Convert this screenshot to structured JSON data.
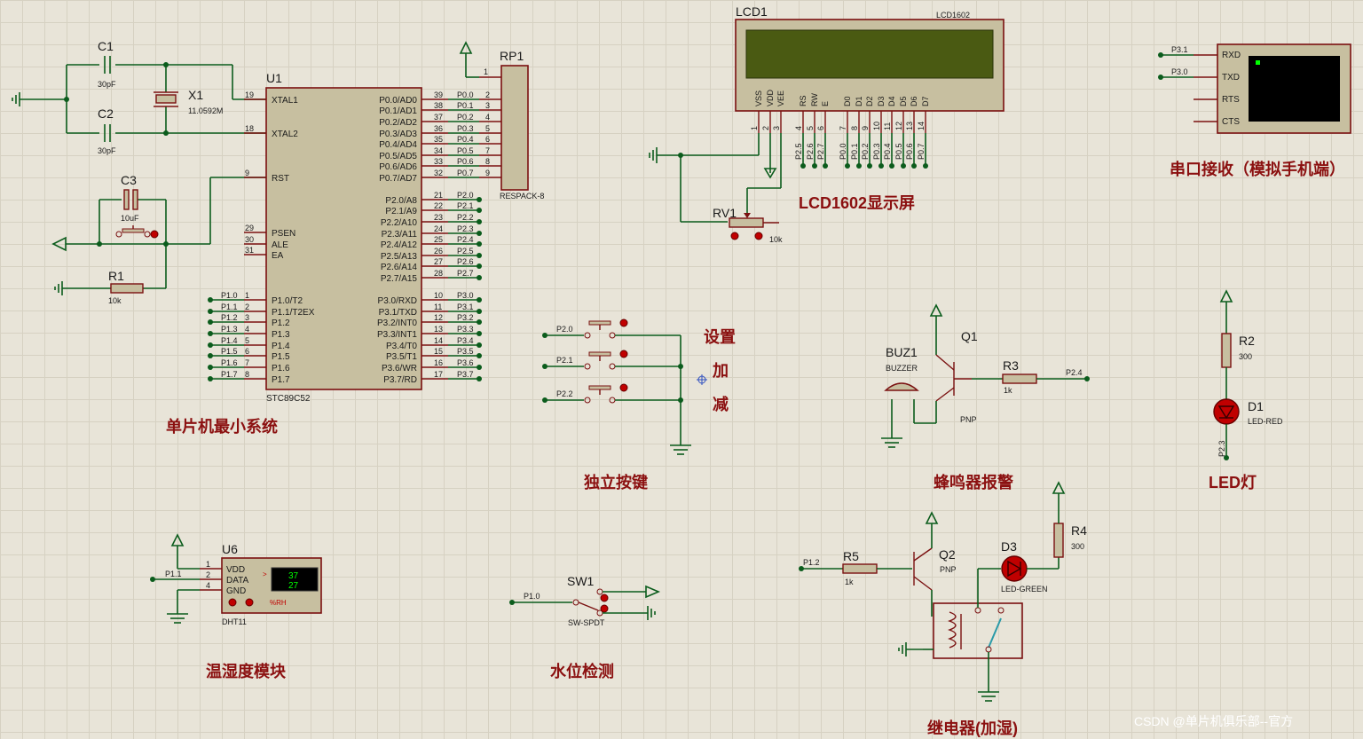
{
  "labels": {
    "c1": "C1",
    "c1_val": "30pF",
    "c2": "C2",
    "c2_val": "30pF",
    "x1": "X1",
    "x1_val": "11.0592M",
    "c3": "C3",
    "c3_val": "10uF",
    "r1": "R1",
    "r1_val": "10k",
    "u1": "U1",
    "u1_part": "STC89C52",
    "rp1": "RP1",
    "rp1_part": "RESPACK-8",
    "rp1_pin1": "1",
    "lcd1": "LCD1",
    "lcd1_part": "LCD1602",
    "rv1": "RV1",
    "rv1_val": "10k",
    "buz1": "BUZ1",
    "buz1_part": "BUZZER",
    "q1": "Q1",
    "q1_part": "PNP",
    "r3": "R3",
    "r3_val": "1k",
    "r2": "R2",
    "r2_val": "300",
    "d1": "D1",
    "d1_part": "LED-RED",
    "u6": "U6",
    "u6_part": "DHT11",
    "u6_val1": "37",
    "u6_val2": "27",
    "u6_rh": "%RH",
    "sw1": "SW1",
    "sw1_part": "SW-SPDT",
    "q2": "Q2",
    "q2_part": "PNP",
    "r5": "R5",
    "r5_val": "1k",
    "d3": "D3",
    "d3_part": "LED-GREEN",
    "r4": "R4",
    "r4_val": "300",
    "uart_rxd": "RXD",
    "uart_txd": "TXD",
    "uart_rts": "RTS",
    "uart_cts": "CTS"
  },
  "u1_pins": {
    "left": [
      {
        "num": "19",
        "name": "XTAL1"
      },
      {
        "num": "18",
        "name": "XTAL2"
      },
      {
        "num": "9",
        "name": "RST"
      },
      {
        "num": "29",
        "name": "PSEN"
      },
      {
        "num": "30",
        "name": "ALE"
      },
      {
        "num": "31",
        "name": "EA"
      },
      {
        "num": "1",
        "name": "P1.0/T2"
      },
      {
        "num": "2",
        "name": "P1.1/T2EX"
      },
      {
        "num": "3",
        "name": "P1.2"
      },
      {
        "num": "4",
        "name": "P1.3"
      },
      {
        "num": "5",
        "name": "P1.4"
      },
      {
        "num": "6",
        "name": "P1.5"
      },
      {
        "num": "7",
        "name": "P1.6"
      },
      {
        "num": "8",
        "name": "P1.7"
      }
    ],
    "left_nets": [
      "P1.0",
      "P1.1",
      "P1.2",
      "P1.3",
      "P1.4",
      "P1.5",
      "P1.6",
      "P1.7"
    ],
    "right": [
      {
        "num": "39",
        "name": "P0.0/AD0",
        "net": "P0.0",
        "rp": "2"
      },
      {
        "num": "38",
        "name": "P0.1/AD1",
        "net": "P0.1",
        "rp": "3"
      },
      {
        "num": "37",
        "name": "P0.2/AD2",
        "net": "P0.2",
        "rp": "4"
      },
      {
        "num": "36",
        "name": "P0.3/AD3",
        "net": "P0.3",
        "rp": "5"
      },
      {
        "num": "35",
        "name": "P0.4/AD4",
        "net": "P0.4",
        "rp": "6"
      },
      {
        "num": "34",
        "name": "P0.5/AD5",
        "net": "P0.5",
        "rp": "7"
      },
      {
        "num": "33",
        "name": "P0.6/AD6",
        "net": "P0.6",
        "rp": "8"
      },
      {
        "num": "32",
        "name": "P0.7/AD7",
        "net": "P0.7",
        "rp": "9"
      },
      {
        "num": "21",
        "name": "P2.0/A8",
        "net": "P2.0"
      },
      {
        "num": "22",
        "name": "P2.1/A9",
        "net": "P2.1"
      },
      {
        "num": "23",
        "name": "P2.2/A10",
        "net": "P2.2"
      },
      {
        "num": "24",
        "name": "P2.3/A11",
        "net": "P2.3"
      },
      {
        "num": "25",
        "name": "P2.4/A12",
        "net": "P2.4"
      },
      {
        "num": "26",
        "name": "P2.5/A13",
        "net": "P2.5"
      },
      {
        "num": "27",
        "name": "P2.6/A14",
        "net": "P2.6"
      },
      {
        "num": "28",
        "name": "P2.7/A15",
        "net": "P2.7"
      },
      {
        "num": "10",
        "name": "P3.0/RXD",
        "net": "P3.0"
      },
      {
        "num": "11",
        "name": "P3.1/TXD",
        "net": "P3.1"
      },
      {
        "num": "12",
        "name": "P3.2/INT0",
        "net": "P3.2"
      },
      {
        "num": "13",
        "name": "P3.3/INT1",
        "net": "P3.3"
      },
      {
        "num": "14",
        "name": "P3.4/T0",
        "net": "P3.4"
      },
      {
        "num": "15",
        "name": "P3.5/T1",
        "net": "P3.5"
      },
      {
        "num": "16",
        "name": "P3.6/WR",
        "net": "P3.6"
      },
      {
        "num": "17",
        "name": "P3.7/RD",
        "net": "P3.7"
      }
    ]
  },
  "lcd_pins": {
    "names": [
      "VSS",
      "VDD",
      "VEE",
      "RS",
      "RW",
      "E",
      "D0",
      "D1",
      "D2",
      "D3",
      "D4",
      "D5",
      "D6",
      "D7"
    ],
    "nums": [
      "1",
      "2",
      "3",
      "4",
      "5",
      "6",
      "7",
      "8",
      "9",
      "10",
      "11",
      "12",
      "13",
      "14"
    ],
    "nets": [
      "P2.5",
      "P2.6",
      "P2.7",
      "P0.0",
      "P0.1",
      "P0.2",
      "P0.3",
      "P0.4",
      "P0.5",
      "P0.6",
      "P0.7"
    ]
  },
  "u6_pins": {
    "names": [
      "VDD",
      "DATA",
      "GND"
    ],
    "nums": [
      "1",
      "2",
      "4"
    ],
    "net": "P1.1"
  },
  "nets": {
    "key1": "P2.0",
    "key2": "P2.1",
    "key3": "P2.2",
    "buzzer": "P2.4",
    "led": "P2.3",
    "relay": "P1.2",
    "water": "P1.0",
    "uart_rx": "P3.1",
    "uart_tx": "P3.0"
  },
  "key_labels": {
    "set": "设置",
    "add": "加",
    "sub": "减"
  },
  "sections": {
    "mcu": "单片机最小系统",
    "lcd": "LCD1602显示屏",
    "uart": "串口接收（模拟手机端）",
    "keys": "独立按键",
    "buzzer": "蜂鸣器报警",
    "led": "LED灯",
    "humi": "温湿度模块",
    "water": "水位检测",
    "relay": "继电器(加湿)"
  },
  "watermark": "CSDN @单片机俱乐部--官方",
  "colors": {
    "wire": "#0b5c1c",
    "outline": "#7a1010",
    "body": "#c7bfa0",
    "title": "#8b1010",
    "lcd_screen": "#4a5a12"
  }
}
